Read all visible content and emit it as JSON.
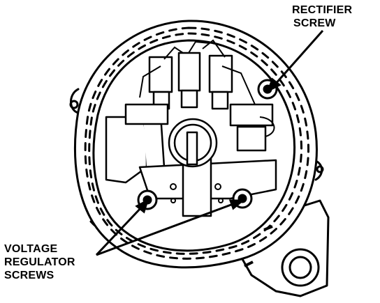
{
  "diagram": {
    "title": "",
    "colors": {
      "ink": "#000000",
      "paper": "#ffffff"
    }
  },
  "callouts": {
    "rectifier_screw": {
      "lines": [
        "RECTIFIER",
        "SCREW"
      ]
    },
    "voltage_regulator_screws": {
      "lines": [
        "VOLTAGE",
        "REGULATOR",
        "SCREWS"
      ]
    }
  },
  "icons": {
    "alternator": "alternator-rear-view-drawing",
    "screw": "screw-head-icon"
  }
}
